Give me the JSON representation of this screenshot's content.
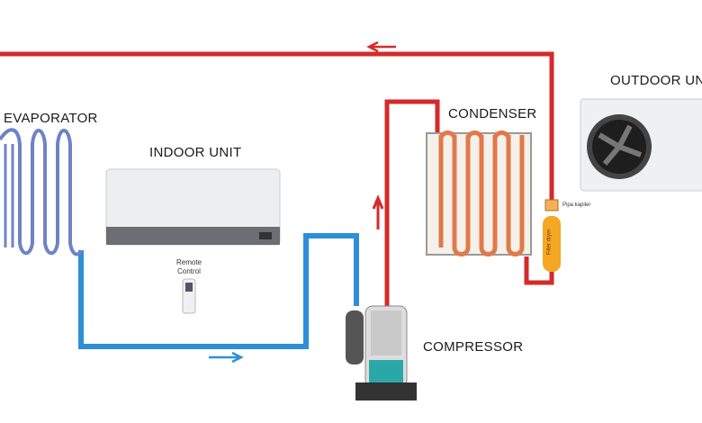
{
  "labels": {
    "evaporator": "EVAPORATOR",
    "indoor_unit": "INDOOR UNIT",
    "condenser": "CONDENSER",
    "outdoor_unit": "OUTDOOR UNIT",
    "compressor": "COMPRESSOR",
    "remote_control_line1": "Remote",
    "remote_control_line2": "Control",
    "capillary_pipe": "Pipa kapiler",
    "filter_dryer": "Filter dryer"
  },
  "colors": {
    "hot_line": "#d42a2a",
    "cold_line": "#2e8fd8",
    "evaporator_coil": "#6f83c4",
    "condenser_coil": "#e07a4a"
  }
}
